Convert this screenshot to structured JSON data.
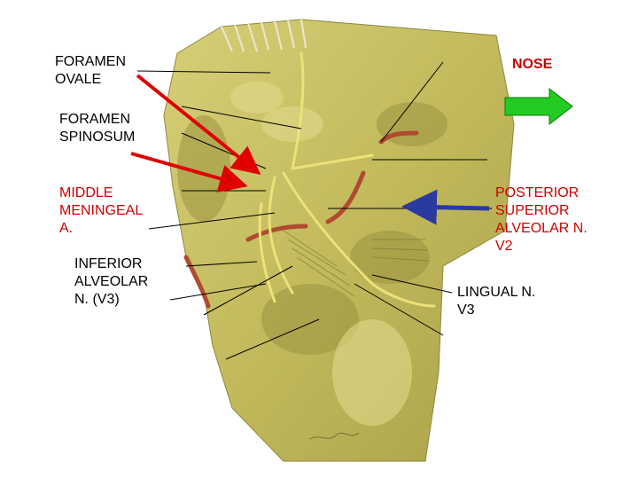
{
  "labels": {
    "foramen_ovale": "FORAMEN\nOVALE",
    "nose": "NOSE",
    "foramen_spinosum": "FORAMEN\nSPINOSUM",
    "middle_meningeal": "MIDDLE\nMENINGEAL\nA.",
    "posterior_superior": "POSTERIOR\nSUPERIOR\nALVEOLAR N.\nV2",
    "inferior_alveolar": "INFERIOR\nALVEOLAR\nN. (V3)",
    "lingual": "LINGUAL N.\nV3"
  },
  "colors": {
    "red_label": "#cc0000",
    "arrow_red": "#e00000",
    "arrow_blue": "#2b3aa0",
    "arrow_green": "#22cc22",
    "tissue": "#c8c060",
    "tissue_dark": "#9a9440",
    "nerve": "#e8e070",
    "artery": "#b04a30"
  },
  "icons": {
    "nose_direction": "arrow-right-icon",
    "pointer_red": "arrow-icon",
    "pointer_blue": "arrow-left-icon"
  }
}
